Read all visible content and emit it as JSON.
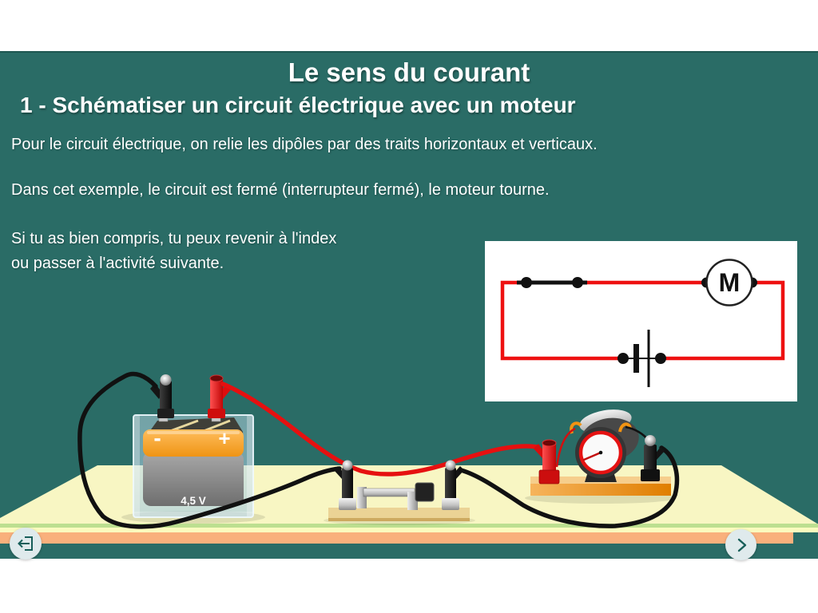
{
  "slide": {
    "title": "Le sens du courant",
    "subtitle": "1 - Schématiser un circuit électrique avec un moteur",
    "paragraph1": "Pour le circuit électrique, on relie les dipôles par des traits horizontaux et verticaux.",
    "paragraph2": "Dans cet exemple, le circuit est fermé (interrupteur fermé), le moteur tourne.",
    "paragraph3_line1": "Si tu as bien compris, tu peux revenir à l'index",
    "paragraph3_line2": "ou passer à l'activité suivante."
  },
  "schematic": {
    "motor_label": "M"
  },
  "scene": {
    "battery_voltage": "4,5 V",
    "battery_minus": "-",
    "battery_plus": "+"
  },
  "nav": {
    "back_icon": "exit-left-icon",
    "next_icon": "chevron-right-icon"
  },
  "colors": {
    "background_teal": "#2A6C66",
    "circuit_red": "#EE1111",
    "wire_red": "#E61010",
    "wire_black": "#111111",
    "table_yellow": "#F8F6C3",
    "stripe_green": "#BCDF90",
    "stripe_orange": "#F9B07C",
    "nav_circle": "#DFEAEC",
    "nav_icon": "#175E59",
    "battery_orange": "#EF9718",
    "wood_base": "#EBD395"
  }
}
